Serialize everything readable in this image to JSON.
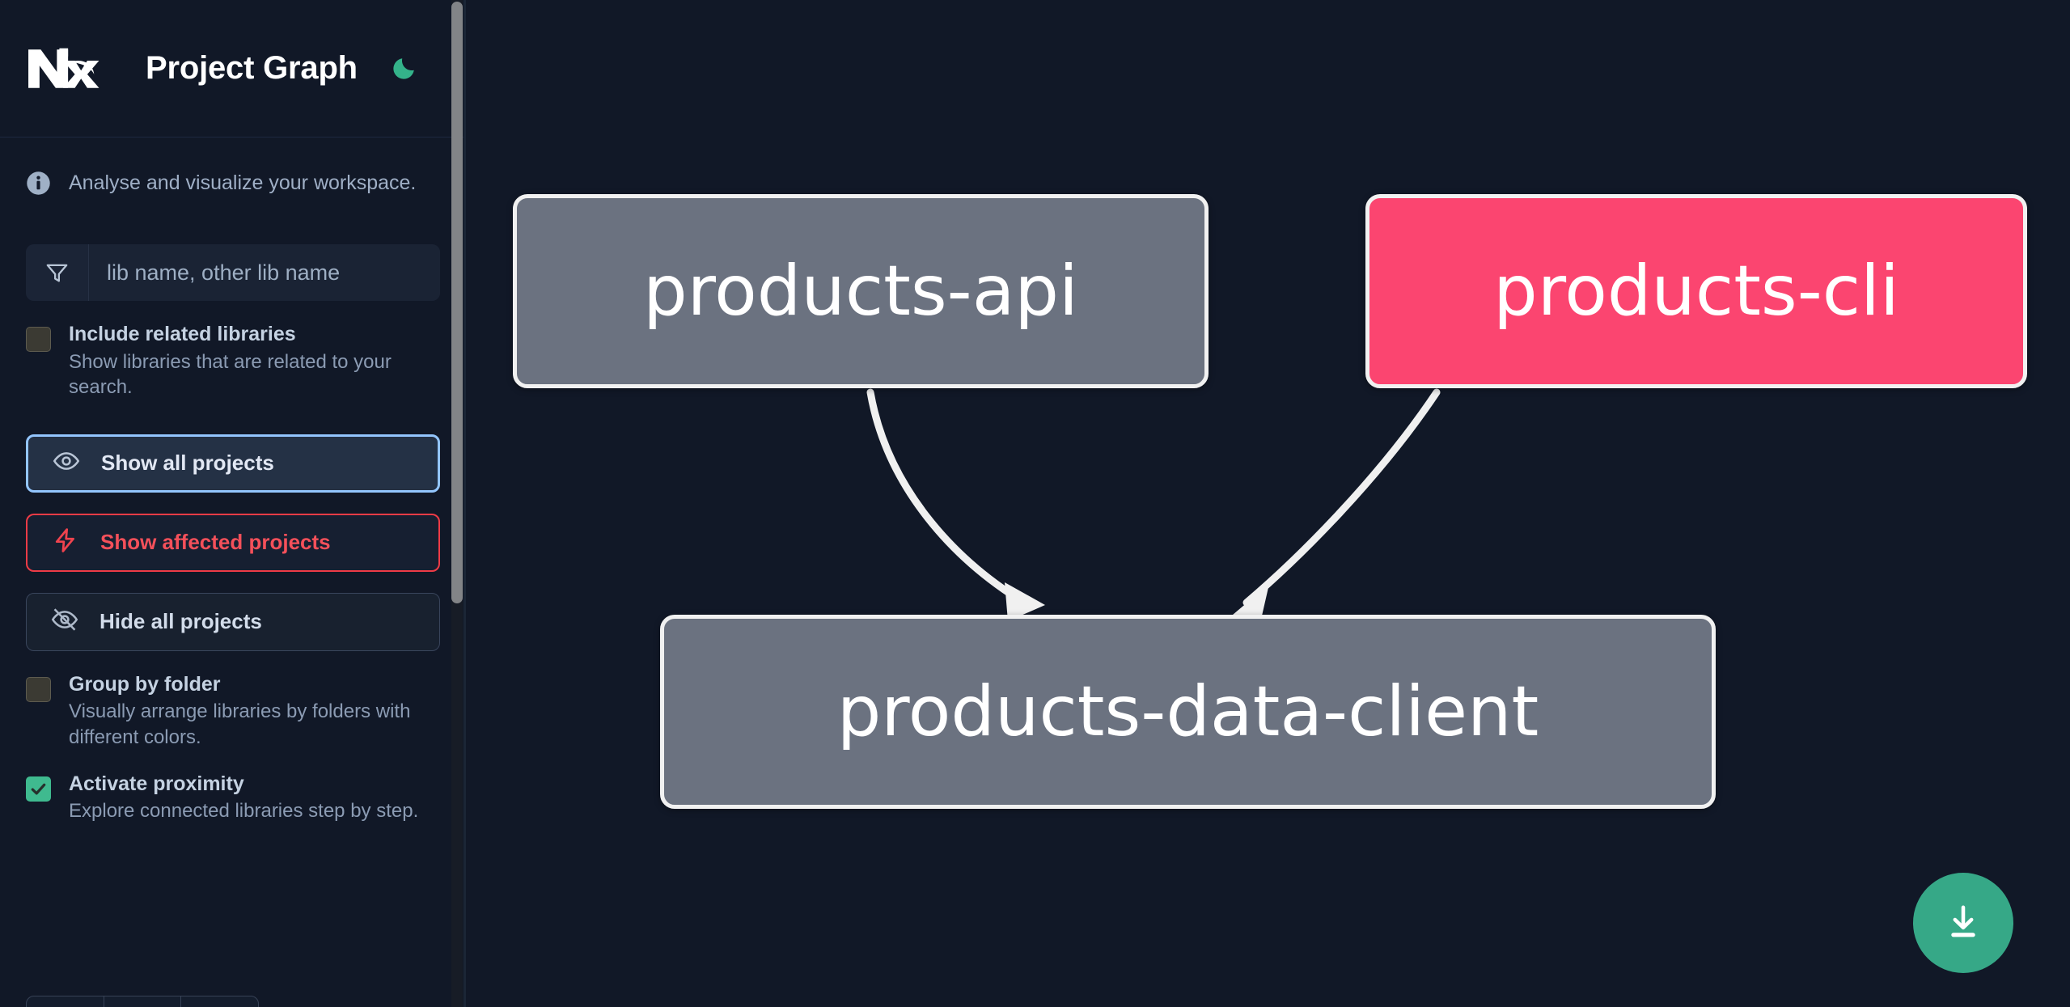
{
  "app": {
    "title": "Project Graph",
    "logo_icon": "nx-logo-icon",
    "theme_toggle_icon": "moon-icon",
    "background_color": "#111827"
  },
  "sidebar": {
    "subtitle": {
      "icon": "info-icon",
      "text": "Analyse and visualize your workspace."
    },
    "search": {
      "icon": "filter-icon",
      "value": "",
      "placeholder": "lib name, other lib name"
    },
    "options": [
      {
        "id": "include-related-libraries",
        "title": "Include related libraries",
        "description": "Show libraries that are related to your search.",
        "checked": false
      },
      {
        "id": "group-by-folder",
        "title": "Group by folder",
        "description": "Visually arrange libraries by folders with different colors.",
        "checked": false
      },
      {
        "id": "activate-proximity",
        "title": "Activate proximity",
        "description": "Explore connected libraries step by step.",
        "checked": true
      }
    ],
    "buttons": [
      {
        "id": "show-all-projects",
        "label": "Show all projects",
        "icon": "eye-icon",
        "accent": "#93c5fd",
        "state": "focused"
      },
      {
        "id": "show-affected-projects",
        "label": "Show affected projects",
        "icon": "lightning-icon",
        "accent": "#ef3b46",
        "state": "default"
      },
      {
        "id": "hide-all-projects",
        "label": "Hide all projects",
        "icon": "eye-off-icon",
        "accent": "#39455c",
        "state": "default"
      }
    ]
  },
  "graph": {
    "download_button": {
      "icon": "download-icon",
      "color": "#36a887"
    },
    "nodes": [
      {
        "id": "products-api",
        "label": "products-api",
        "color": "#6b7280",
        "affected": false
      },
      {
        "id": "products-cli",
        "label": "products-cli",
        "color": "#fb4570",
        "affected": true
      },
      {
        "id": "products-data-client",
        "label": "products-data-client",
        "color": "#6b7280",
        "affected": false
      }
    ],
    "edges": [
      {
        "from": "products-api",
        "to": "products-data-client"
      },
      {
        "from": "products-cli",
        "to": "products-data-client"
      }
    ]
  }
}
